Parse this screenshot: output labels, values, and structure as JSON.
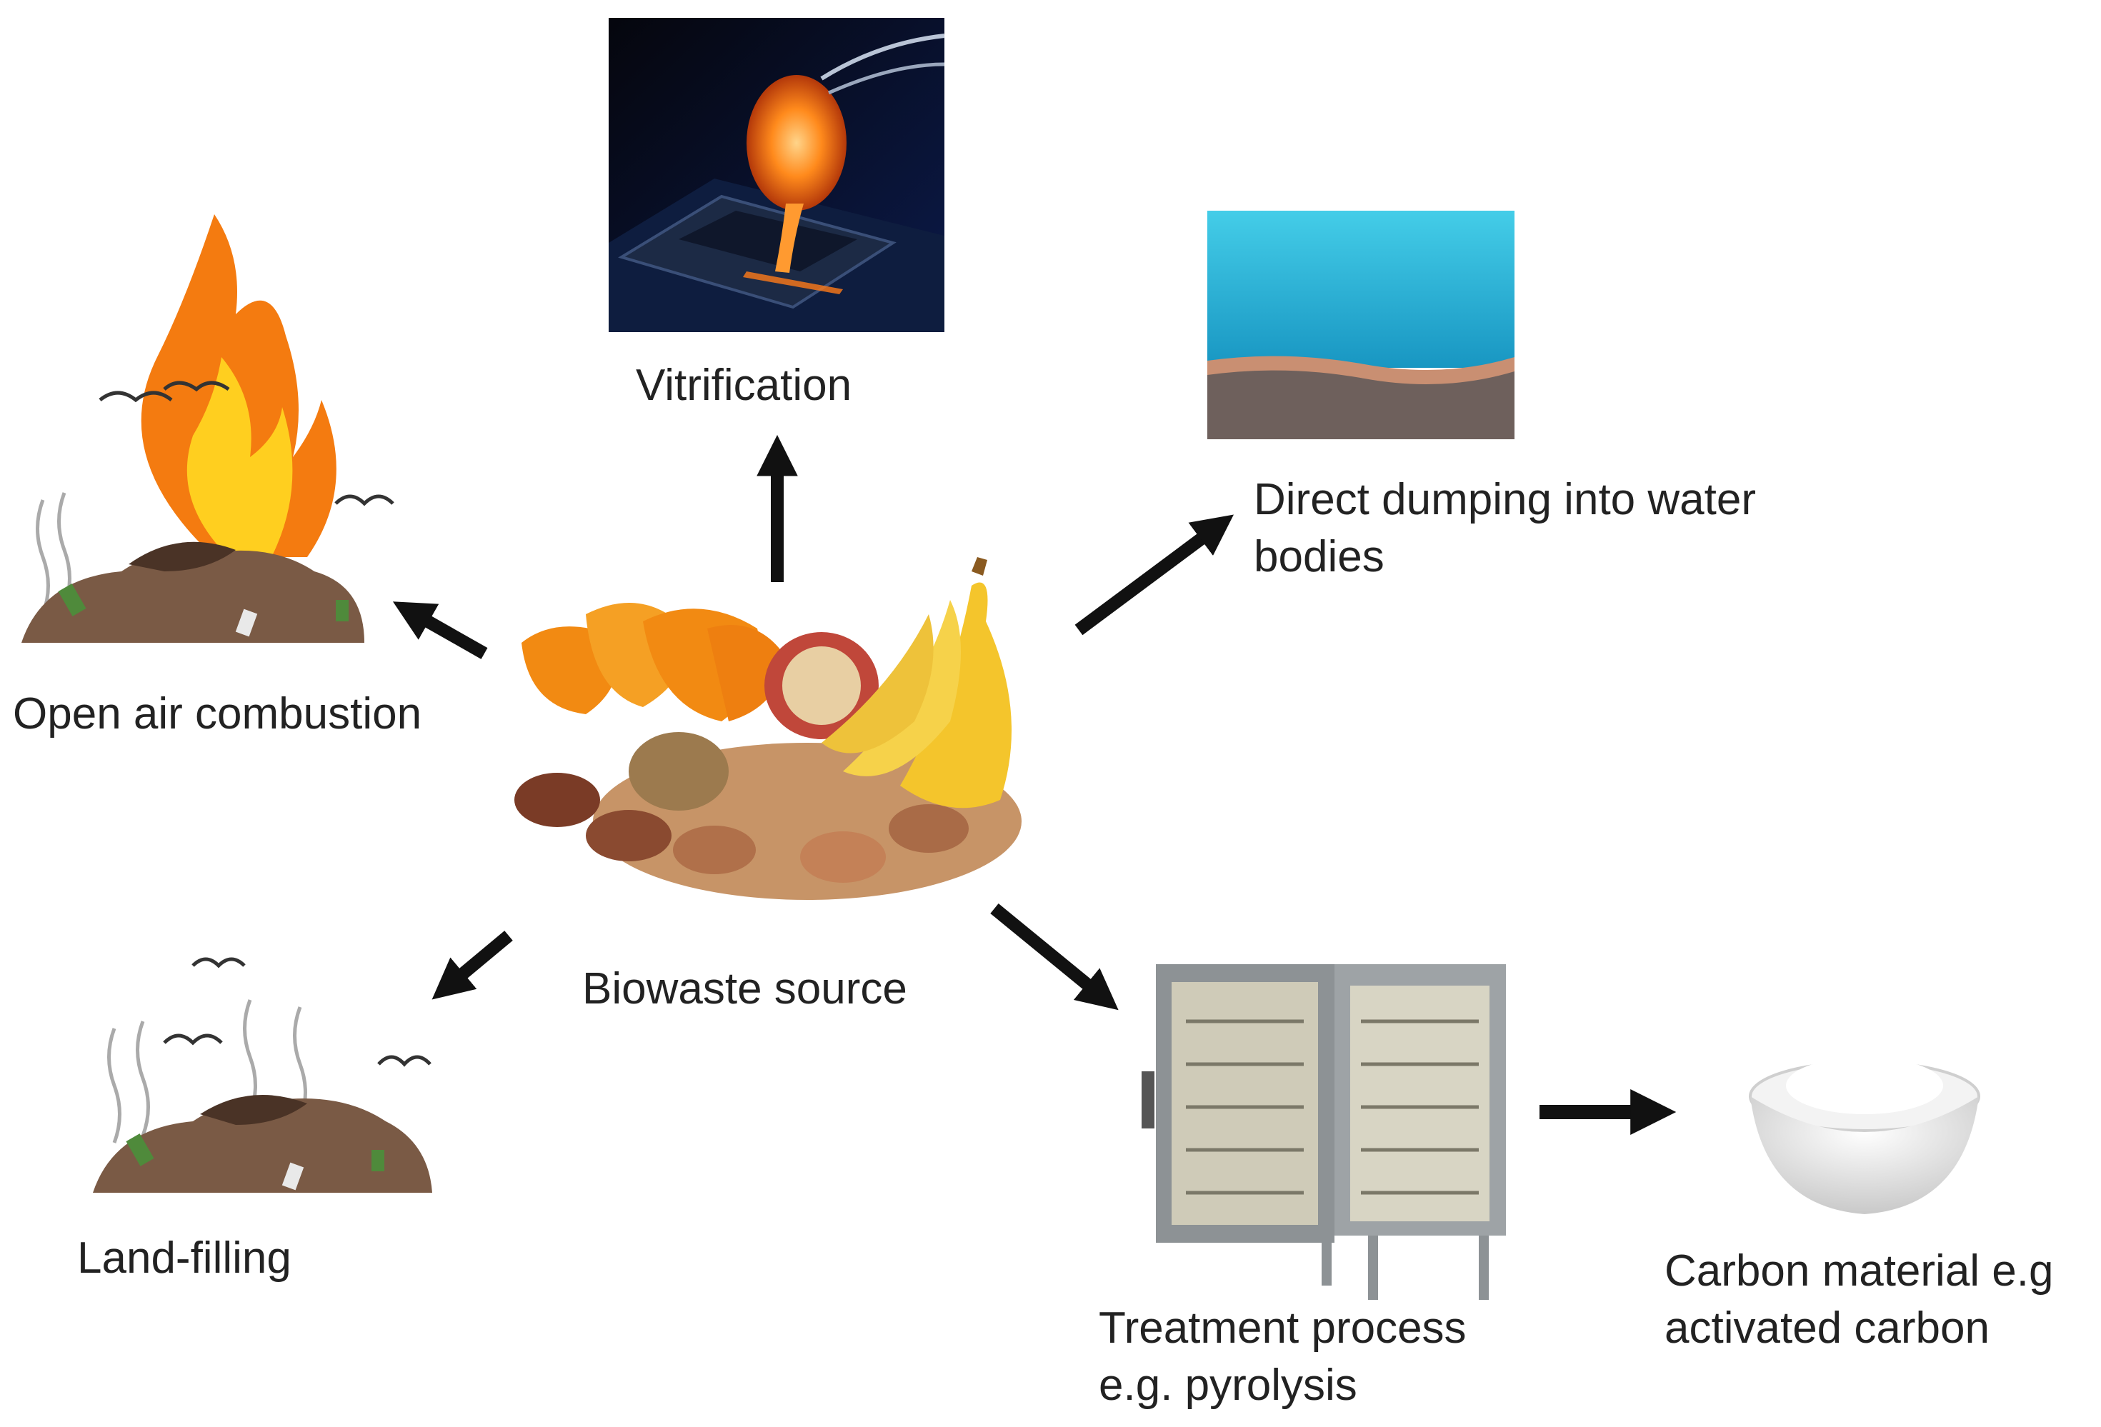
{
  "labels": {
    "vitrification": "Vitrification",
    "open_air": "Open air combustion",
    "dumping_line1": "Direct dumping into water",
    "dumping_line2": "bodies",
    "biowaste": "Biowaste source",
    "landfill": "Land-filling",
    "treatment_line1": "Treatment process",
    "treatment_line2": "e.g. pyrolysis",
    "carbon_line1": "Carbon material e.g",
    "carbon_line2": "activated carbon"
  },
  "colors": {
    "text": "#222222",
    "arrow": "#111111",
    "flame_outer": "#f47b10",
    "flame_inner": "#ffd21f",
    "soil": "#7a5a45",
    "water_top": "#3fc6e4",
    "water_bottom": "#1a9fc8",
    "seabed": "#6f5f5a",
    "glow": "#ff8a1c",
    "oven": "#8d9295",
    "oven_inner": "#cfcbb8",
    "banana": "#f4c52c",
    "orange": "#f28a12",
    "nut": "#b47a52",
    "bowl": "#e8e8e8"
  },
  "icons": [
    "fire-icon",
    "molten-glass-icon",
    "water-body-icon",
    "biowaste-icon",
    "landfill-icon",
    "furnace-icon",
    "bowl-icon"
  ]
}
